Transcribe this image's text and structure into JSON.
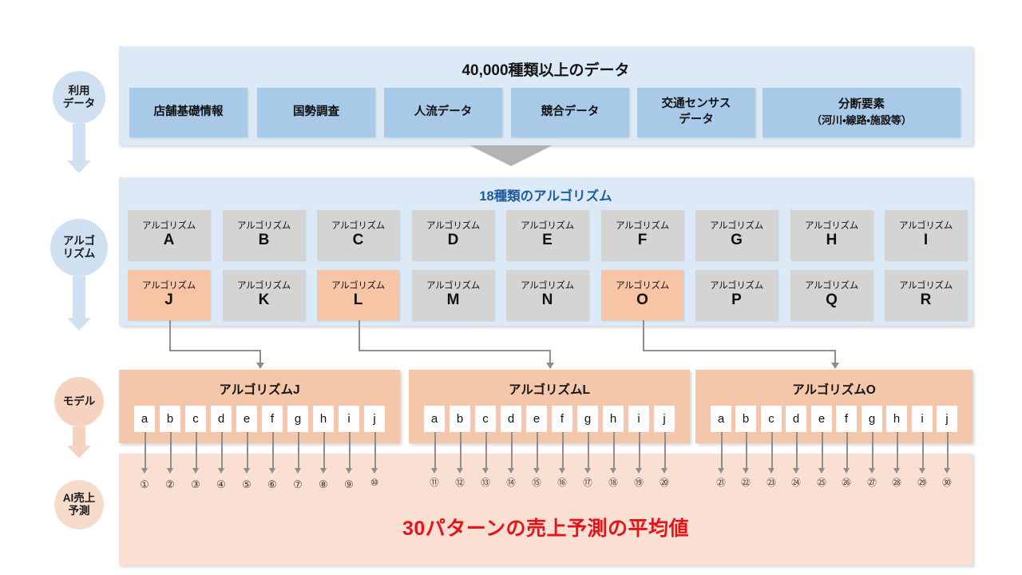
{
  "rail": {
    "items": [
      {
        "name": "data-stage",
        "lines": [
          "利用",
          "データ"
        ],
        "style": "blue"
      },
      {
        "name": "algorithm-stage",
        "lines": [
          "アルゴ",
          "リズム"
        ],
        "style": "blue"
      },
      {
        "name": "model-stage",
        "lines": [
          "モデル"
        ],
        "style": "peach"
      },
      {
        "name": "prediction-stage",
        "lines": [
          "AI売上",
          "予測"
        ],
        "style": "peach-light"
      }
    ]
  },
  "data_section": {
    "title": "40,000種類以上のデータ",
    "chips": [
      {
        "lines": [
          "店舗基礎情報"
        ]
      },
      {
        "lines": [
          "国勢調査"
        ]
      },
      {
        "lines": [
          "人流データ"
        ]
      },
      {
        "lines": [
          "競合データ"
        ]
      },
      {
        "lines": [
          "交通センサス",
          "データ"
        ]
      },
      {
        "lines": [
          "分断要素",
          "（河川・線路・施設等）"
        ]
      }
    ]
  },
  "algorithm_section": {
    "title": "18種類のアルゴリズム",
    "prefix": "アルゴリズム",
    "cells": [
      {
        "letter": "A",
        "highlighted": false
      },
      {
        "letter": "B",
        "highlighted": false
      },
      {
        "letter": "C",
        "highlighted": false
      },
      {
        "letter": "D",
        "highlighted": false
      },
      {
        "letter": "E",
        "highlighted": false
      },
      {
        "letter": "F",
        "highlighted": false
      },
      {
        "letter": "G",
        "highlighted": false
      },
      {
        "letter": "H",
        "highlighted": false
      },
      {
        "letter": "I",
        "highlighted": false
      },
      {
        "letter": "J",
        "highlighted": true
      },
      {
        "letter": "K",
        "highlighted": false
      },
      {
        "letter": "L",
        "highlighted": true
      },
      {
        "letter": "M",
        "highlighted": false
      },
      {
        "letter": "N",
        "highlighted": false
      },
      {
        "letter": "O",
        "highlighted": true
      },
      {
        "letter": "P",
        "highlighted": false
      },
      {
        "letter": "Q",
        "highlighted": false
      },
      {
        "letter": "R",
        "highlighted": false
      }
    ]
  },
  "model_section": {
    "groups": [
      {
        "title": "アルゴリズムJ",
        "tiles": [
          "a",
          "b",
          "c",
          "d",
          "e",
          "f",
          "g",
          "h",
          "i",
          "j"
        ]
      },
      {
        "title": "アルゴリズムL",
        "tiles": [
          "a",
          "b",
          "c",
          "d",
          "e",
          "f",
          "g",
          "h",
          "i",
          "j"
        ]
      },
      {
        "title": "アルゴリズムO",
        "tiles": [
          "a",
          "b",
          "c",
          "d",
          "e",
          "f",
          "g",
          "h",
          "i",
          "j"
        ]
      }
    ]
  },
  "prediction_section": {
    "numbers": [
      "①",
      "②",
      "③",
      "④",
      "⑤",
      "⑥",
      "⑦",
      "⑧",
      "⑨",
      "⑩",
      "⑪",
      "⑫",
      "⑬",
      "⑭",
      "⑮",
      "⑯",
      "⑰",
      "⑱",
      "⑲",
      "⑳",
      "㉑",
      "㉒",
      "㉓",
      "㉔",
      "㉕",
      "㉖",
      "㉗",
      "㉘",
      "㉙",
      "㉚"
    ],
    "summary": "30パターンの売上予測の平均値"
  },
  "colors": {
    "panel_blue": "#dce9f6",
    "chip_blue": "#a9c9e8",
    "panel_peach": "#f4c6aa",
    "panel_peach_light": "#fae0d3",
    "algorithm_gray": "#d6d4d2",
    "algorithm_highlight": "#f7c4a6",
    "title_blue_ink": "#1f5c9e",
    "summary_red": "#e8131a",
    "connector_gray": "#8e8e8e"
  }
}
